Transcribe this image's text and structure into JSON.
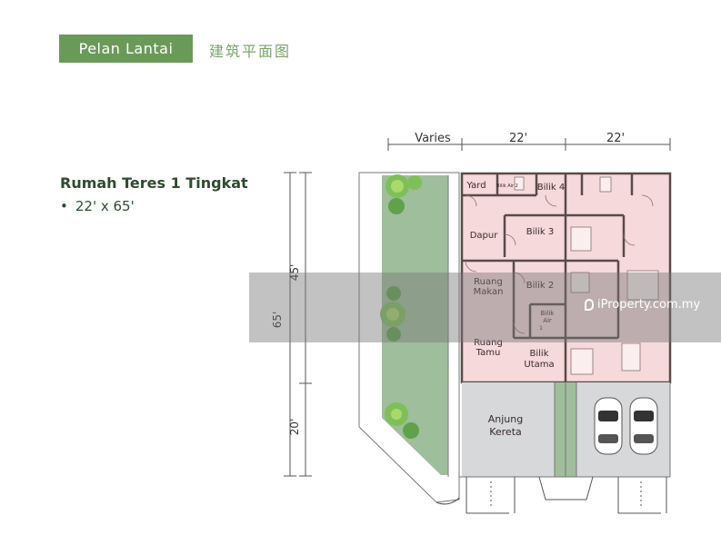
{
  "header": {
    "badge": "Pelan Lantai",
    "chinese_title": "建筑平面图"
  },
  "house": {
    "type": "Rumah Teres 1 Tingkat",
    "bullet": "•",
    "size": "22' x 65'"
  },
  "dimensions": {
    "top_varies": "Varies",
    "top_left": "22'",
    "top_right": "22'",
    "total_depth": "65'",
    "upper_depth": "45'",
    "lower_depth": "20'"
  },
  "rooms": {
    "yard": "Yard",
    "bilik_air_small": "Bilik Air 2",
    "bilik4": "Bilik 4",
    "dapur": "Dapur",
    "bilik3": "Bilik 3",
    "ruang_makan_1": "Ruang",
    "ruang_makan_2": "Makan",
    "bilik2": "Bilik 2",
    "bilik_air_1": "Bilik",
    "bilik_air_2": "Air",
    "bilik_air_3": "1",
    "ruang_tamu_1": "Ruang",
    "ruang_tamu_2": "Tamu",
    "bilik_utama_1": "Bilik",
    "bilik_utama_2": "Utama",
    "anjung_1": "Anjung",
    "anjung_2": "Kereta"
  },
  "watermark": {
    "text": "iProperty.com.my"
  },
  "colors": {
    "accent_green": "#6a9a58",
    "room_pink": "#f6d9da",
    "lawn_green": "#9fbe9b",
    "porch_grey": "#d6d8da",
    "wall": "#5a4a4a"
  }
}
